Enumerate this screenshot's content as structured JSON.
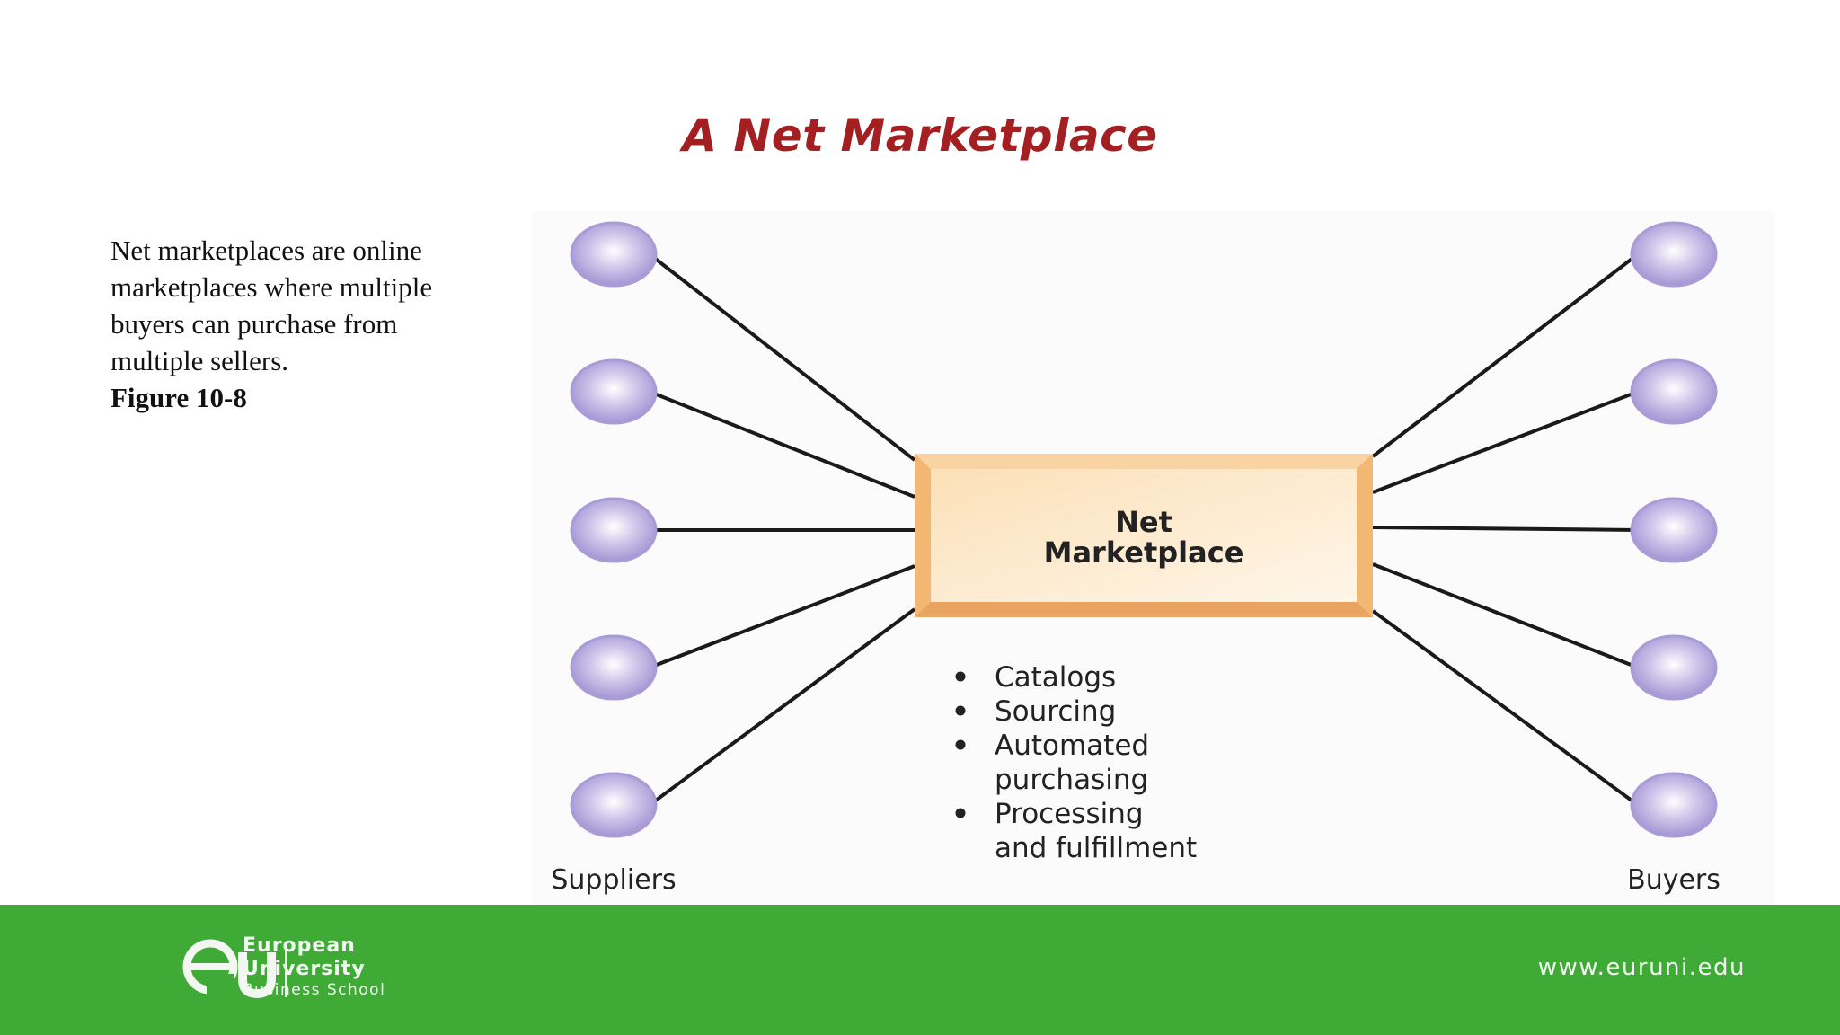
{
  "title": "A Net Marketplace",
  "description": {
    "text": "Net marketplaces are online marketplaces where multiple buyers can purchase from multiple sellers.",
    "figure_label": "Figure 10-8"
  },
  "diagram": {
    "center_label_line1": "Net",
    "center_label_line2": "Marketplace",
    "features": [
      {
        "line1": "Catalogs",
        "line2": ""
      },
      {
        "line1": "Sourcing",
        "line2": ""
      },
      {
        "line1": "Automated",
        "line2": "purchasing"
      },
      {
        "line1": "Processing",
        "line2": "and fulfillment"
      }
    ],
    "left_group_label": "Suppliers",
    "right_group_label": "Buyers",
    "supplier_count": 5,
    "buyer_count": 5,
    "node_color": "#a99bd6",
    "box_color": "#f7c98e"
  },
  "footer": {
    "logo_mark": "eu",
    "logo_line1": "European",
    "logo_line2": "University",
    "logo_line3": "Business School",
    "website": "www.euruni.edu",
    "color": "#3faa35"
  }
}
